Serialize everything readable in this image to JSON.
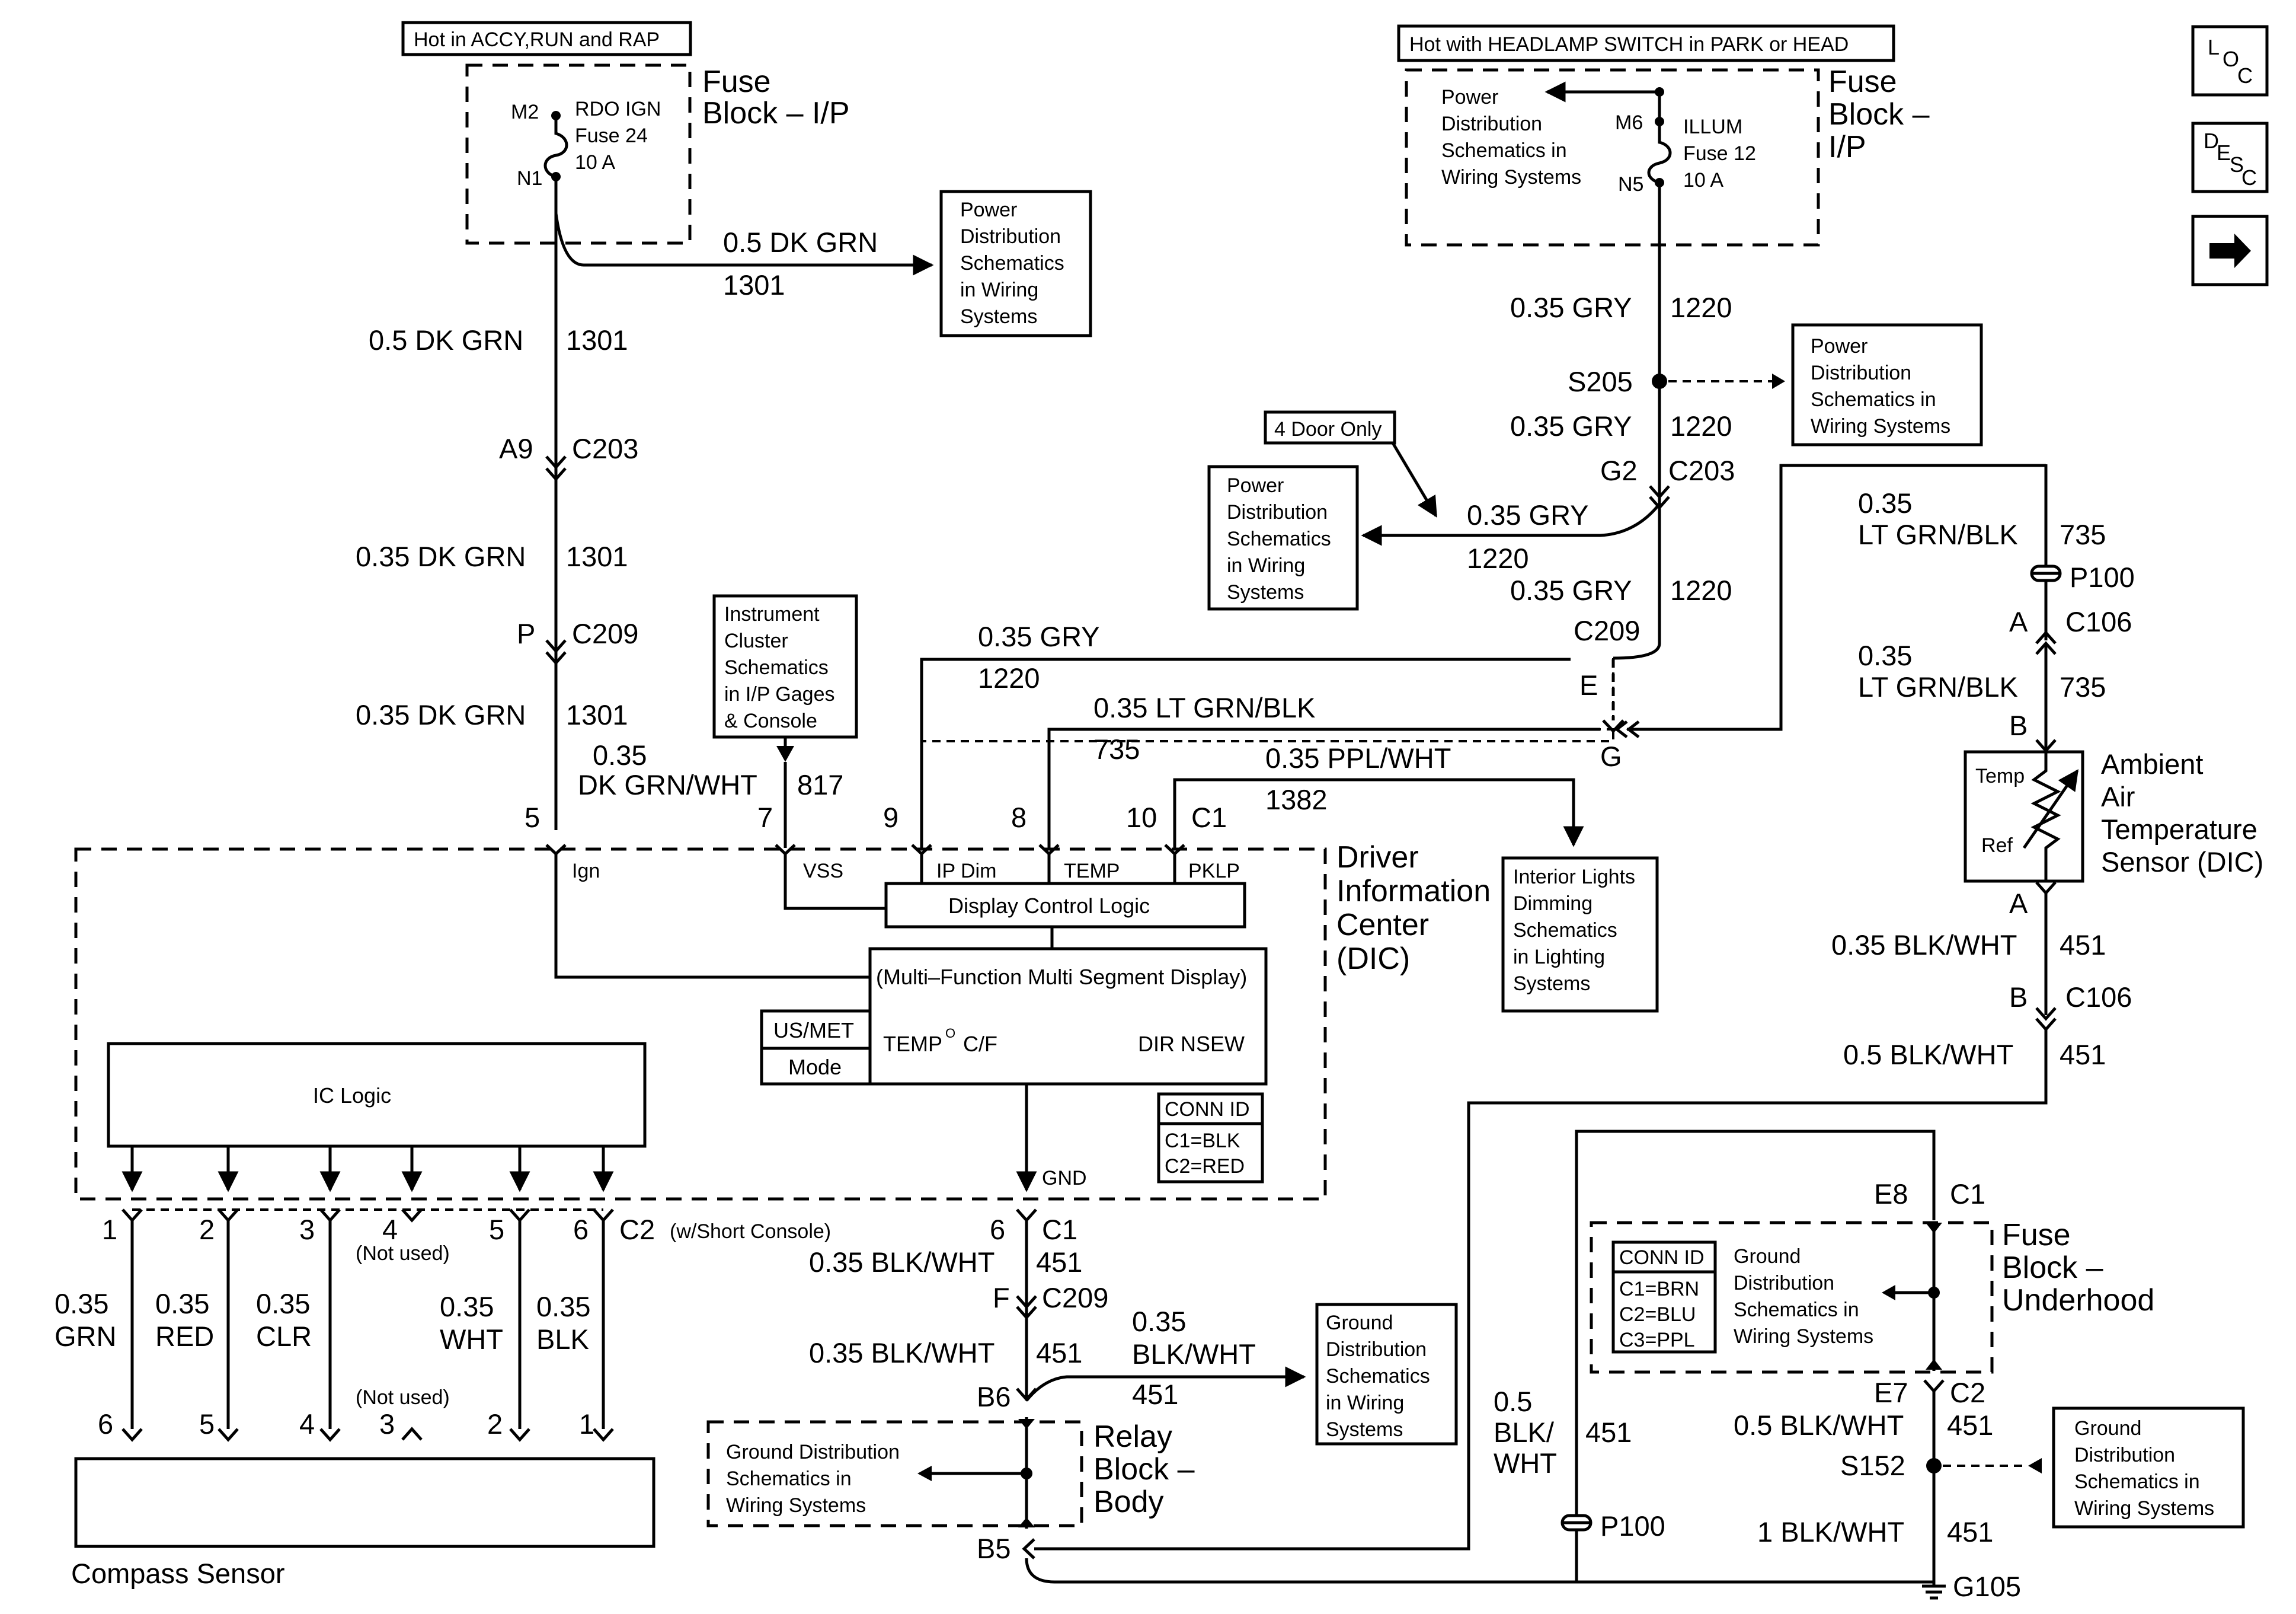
{
  "header_left": "Hot in ACCY,RUN and RAP",
  "header_right": "Hot with HEADLAMP SWITCH in PARK or HEAD",
  "nav": {
    "loc_1": "L",
    "loc_2": "O",
    "loc_3": "C",
    "desc_1": "D",
    "desc_2": "E",
    "desc_3": "S",
    "desc_4": "C",
    "arrow": "➜"
  },
  "fuse_ip_left": {
    "label": [
      "Fuse",
      "Block – I/P"
    ],
    "m2": "M2",
    "n1": "N1",
    "name": [
      "RDO IGN",
      "Fuse 24",
      "10 A"
    ]
  },
  "fuse_ip_right": {
    "label": [
      "Fuse",
      "Block –",
      "I/P"
    ],
    "m6": "M6",
    "n5": "N5",
    "name": [
      "ILLUM",
      "Fuse 12",
      "10 A"
    ],
    "pd": [
      "Power",
      "Distribution",
      "Schematics in",
      "Wiring Systems"
    ]
  },
  "refs": {
    "pd_top": [
      "Power",
      "Distribution",
      "Schematics",
      "in Wiring",
      "Systems"
    ],
    "pd_s205": [
      "Power",
      "Distribution",
      "Schematics in",
      "Wiring Systems"
    ],
    "four_door": "4 Door Only",
    "pd_mid": [
      "Power",
      "Distribution",
      "Schematics",
      "in Wiring",
      "Systems"
    ],
    "instrument": [
      "Instrument",
      "Cluster",
      "Schematics",
      "in I/P Gages",
      "& Console"
    ],
    "interior": [
      "Interior Lights",
      "Dimming",
      "Schematics",
      "in Lighting",
      "Systems"
    ],
    "ground_b6": [
      "Ground",
      "Distribution",
      "Schematics",
      "in Wiring",
      "Systems"
    ],
    "ground_relay": [
      "Ground Distribution",
      "Schematics in",
      "Wiring Systems"
    ],
    "ground_fuse_uh": [
      "Ground",
      "Distribution",
      "Schematics in",
      "Wiring Systems"
    ],
    "ground_s152": [
      "Ground",
      "Distribution",
      "Schematics in",
      "Wiring Systems"
    ]
  },
  "wires": {
    "w1301_h": [
      "0.5 DK GRN",
      "1301"
    ],
    "w1301_a": [
      "0.5 DK GRN",
      "1301"
    ],
    "w1301_b": [
      "0.35 DK GRN",
      "1301"
    ],
    "w1301_c": [
      "0.35 DK GRN",
      "1301"
    ],
    "w817": [
      "0.35",
      "DK GRN/WHT",
      "817"
    ],
    "w1220_a": [
      "0.35 GRY",
      "1220"
    ],
    "w1220_b": [
      "0.35 GRY",
      "1220"
    ],
    "w1220_c": [
      "0.35 GRY",
      "1220"
    ],
    "w1220_d": [
      "0.35 GRY",
      "1220"
    ],
    "w1220_e": [
      "0.35 GRY",
      "1220"
    ],
    "w735_a": [
      "0.35 LT GRN/BLK",
      "735"
    ],
    "w735_b": [
      "0.35",
      "LT GRN/BLK",
      "735"
    ],
    "w735_c": [
      "0.35",
      "LT GRN/BLK",
      "735"
    ],
    "w1382": [
      "0.35 PPL/WHT",
      "1382"
    ],
    "w451_a": [
      "0.35 BLK/WHT",
      "451"
    ],
    "w451_b": [
      "0.5 BLK/WHT",
      "451"
    ],
    "w451_c": [
      "0.35 BLK/WHT",
      "451"
    ],
    "w451_d": [
      "0.35 BLK/WHT",
      "451"
    ],
    "w451_e": [
      "0.35",
      "BLK/WHT",
      "451"
    ],
    "w451_f": [
      "0.5",
      "BLK/",
      "WHT",
      "451"
    ],
    "w451_g": [
      "0.5 BLK/WHT",
      "451"
    ],
    "w451_h": [
      "1 BLK/WHT",
      "451"
    ]
  },
  "connectors": {
    "a9": "A9",
    "c203": "C203",
    "p": "P",
    "c209": "C209",
    "s205": "S205",
    "g2": "G2",
    "c203b": "C203",
    "c209b": "C209",
    "e": "E",
    "g": "G",
    "p100_top": "P100",
    "a_c106": "A",
    "c106": "C106",
    "b": "B",
    "a2": "A",
    "b2": "B",
    "c106b": "C106",
    "pin5": "5",
    "pin7": "7",
    "pin9": "9",
    "pin8": "8",
    "pin10": "10",
    "c1": "C1",
    "pin6": "6",
    "c1b": "C1",
    "f": "F",
    "c209c": "C209",
    "b6": "B6",
    "b5": "B5",
    "e8": "E8",
    "c1c": "C1",
    "e7": "E7",
    "c2": "C2",
    "s152": "S152",
    "g105": "G105",
    "p100_bot": "P100"
  },
  "dic": {
    "label": [
      "Driver",
      "Information",
      "Center",
      "(DIC)"
    ],
    "ign": "Ign",
    "vss": "VSS",
    "ipdim": "IP Dim",
    "temp": "TEMP",
    "pklp": "PKLP",
    "display_logic": "Display Control Logic",
    "mfd": "(Multi–Function Multi Segment Display)",
    "usmet": "US/MET",
    "mode": "Mode",
    "temp_cf_1": "TEMP",
    "temp_cf_deg": "O",
    "temp_cf_2": "C/F",
    "dir": "DIR NSEW",
    "ic_logic": "IC Logic",
    "gnd": "GND",
    "conn_id": [
      "CONN ID",
      "C1=BLK",
      "C2=RED"
    ]
  },
  "compass": {
    "top_pins": [
      "1",
      "2",
      "3",
      "4",
      "5",
      "6"
    ],
    "c2": "C2",
    "short_console": "(w/Short Console)",
    "not_used": "(Not used)",
    "not_used2": "(Not used)",
    "w_grn": [
      "0.35",
      "GRN"
    ],
    "w_red": [
      "0.35",
      "RED"
    ],
    "w_clr": [
      "0.35",
      "CLR"
    ],
    "w_wht": [
      "0.35",
      "WHT"
    ],
    "w_blk": [
      "0.35",
      "BLK"
    ],
    "bot_pins": [
      "6",
      "5",
      "4",
      "3",
      "2",
      "1"
    ],
    "label": "Compass Sensor"
  },
  "sensor": {
    "temp": "Temp",
    "ref": "Ref",
    "label": [
      "Ambient",
      "Air",
      "Temperature",
      "Sensor (DIC)"
    ]
  },
  "relay": {
    "label": [
      "Relay",
      "Block –",
      "Body"
    ]
  },
  "fuse_uh": {
    "label": [
      "Fuse",
      "Block –",
      "Underhood"
    ],
    "conn_id": [
      "CONN ID",
      "C1=BRN",
      "C2=BLU",
      "C3=PPL"
    ]
  }
}
